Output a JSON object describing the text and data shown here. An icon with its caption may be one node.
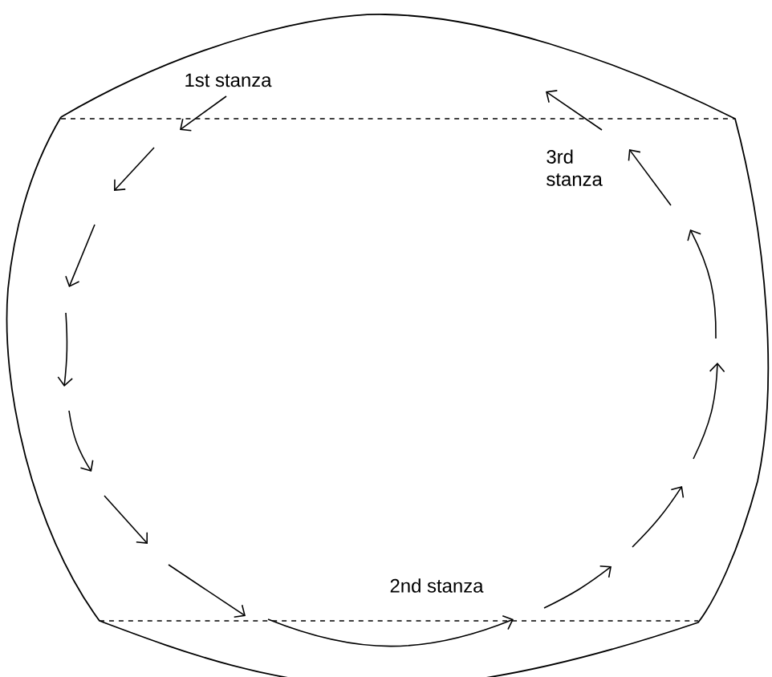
{
  "diagram": {
    "labels": [
      "1st stanza",
      "3rd stanza",
      "2nd stanza"
    ]
  }
}
